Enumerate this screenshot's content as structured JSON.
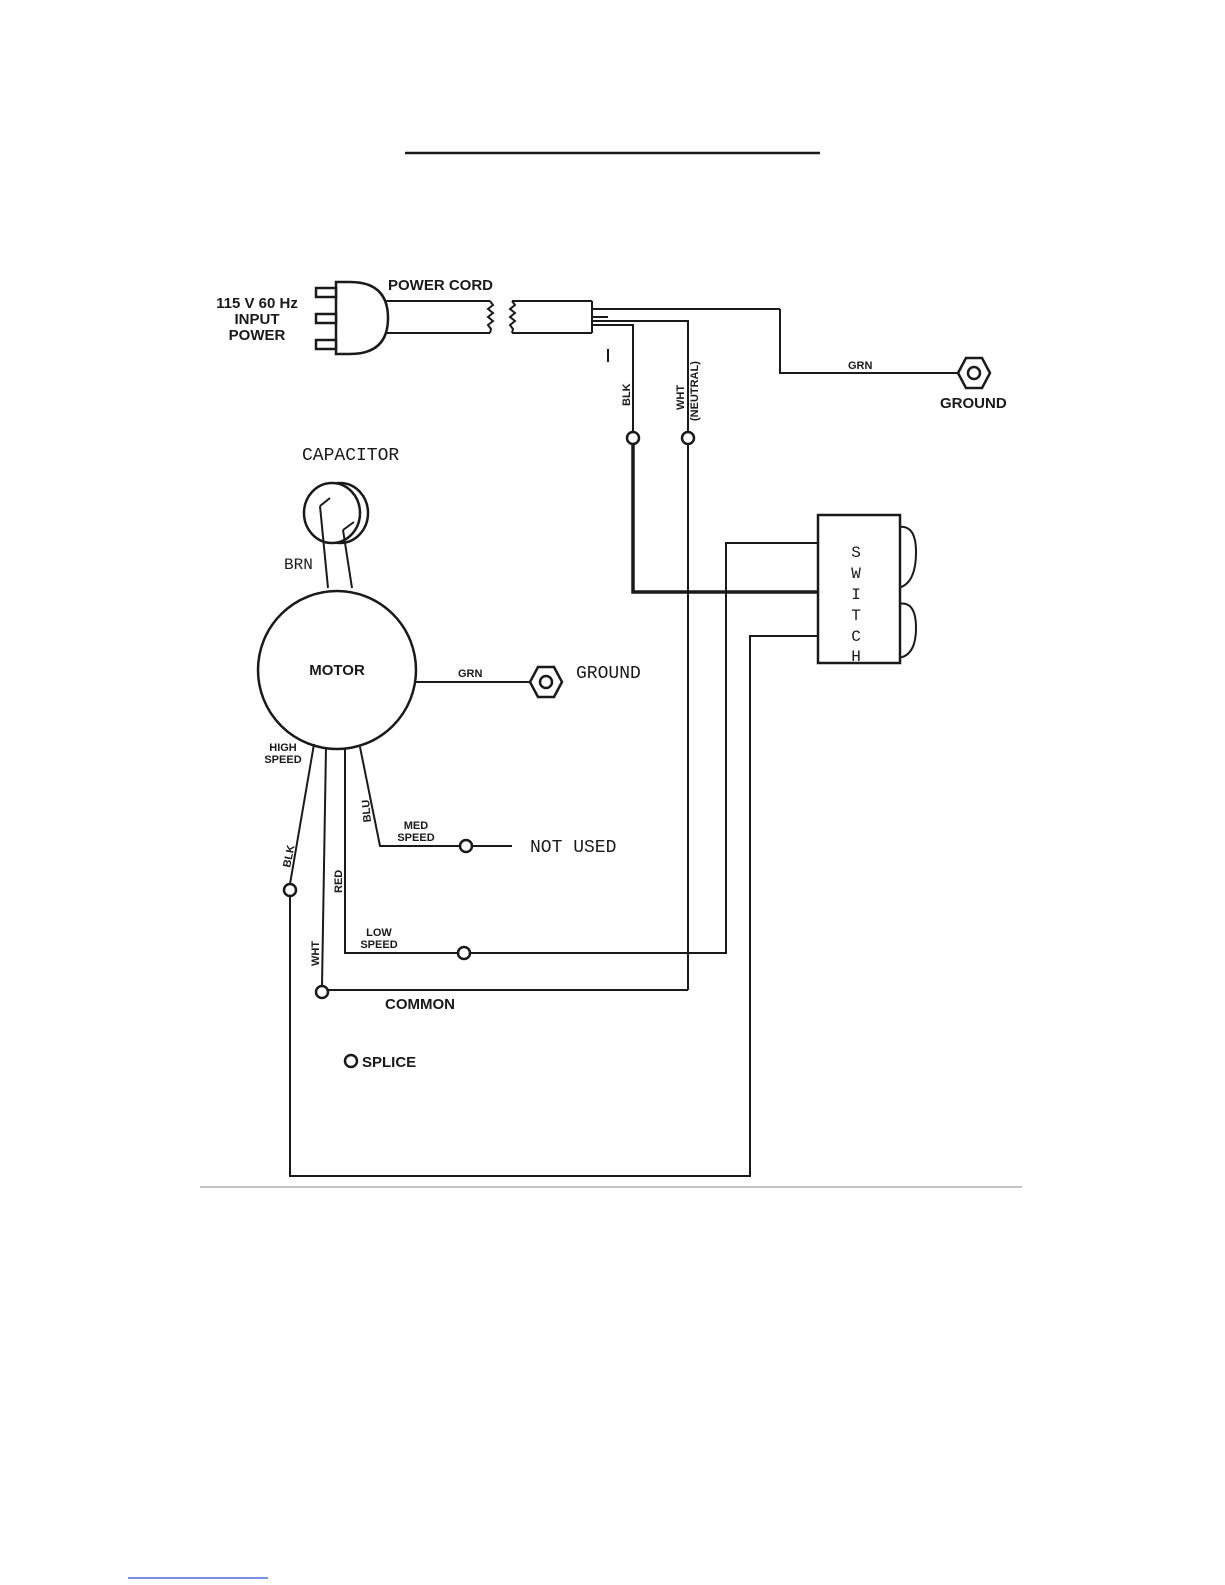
{
  "labels": {
    "input_power": [
      "115 V 60 Hz",
      "INPUT",
      "POWER"
    ],
    "power_cord": "POWER CORD",
    "grn_top": "GRN",
    "ground_top": "GROUND",
    "blk_top": "BLK",
    "wht_neutral_1": "WHT",
    "wht_neutral_2": "(NEUTRAL)",
    "capacitor": "CAPACITOR",
    "brn": "BRN",
    "motor": "MOTOR",
    "grn_motor": "GRN",
    "ground_motor": "GROUND",
    "switch_letters": [
      "S",
      "W",
      "I",
      "T",
      "C",
      "H"
    ],
    "high_speed": [
      "HIGH",
      "SPEED"
    ],
    "blu": "BLU",
    "med_speed": [
      "MED",
      "SPEED"
    ],
    "not_used": "NOT USED",
    "blk_high": "BLK",
    "red": "RED",
    "low_speed": [
      "LOW",
      "SPEED"
    ],
    "wht_common": "WHT",
    "common": "COMMON",
    "splice": "SPLICE"
  }
}
